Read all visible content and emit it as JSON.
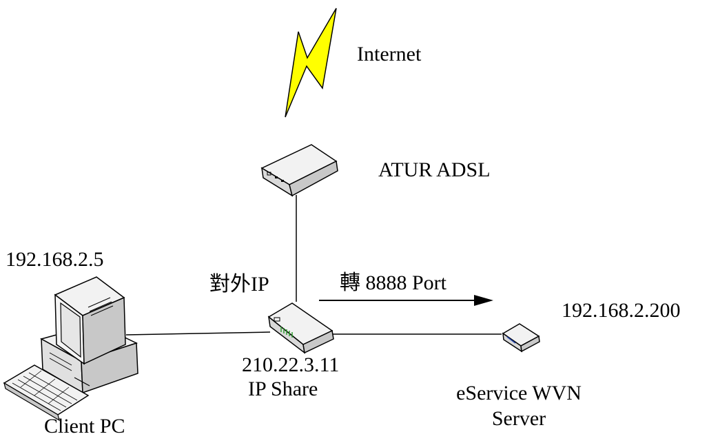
{
  "labels": {
    "internet": "Internet",
    "adsl": "ATUR ADSL",
    "client_ip": "192.168.2.5",
    "client_name": "Client PC",
    "external_ip_label": "對外IP",
    "port_forward": "轉 8888 Port",
    "router_ip": "210.22.3.11",
    "router_name": "IP Share",
    "server_ip": "192.168.2.200",
    "server_name_line1": "eService WVN",
    "server_name_line2": "Server"
  },
  "icons": {
    "internet": "lightning-bolt-icon",
    "adsl": "adsl-modem-icon",
    "router": "ip-share-router-icon",
    "client": "desktop-computer-icon",
    "server": "server-appliance-icon"
  },
  "colors": {
    "lightning": "#ffff00",
    "router_led": "#2e9c2e",
    "stroke": "#000000",
    "device_top": "#f2f2f2",
    "device_side": "#c8c8c8",
    "screen": "#e6e6e6"
  }
}
